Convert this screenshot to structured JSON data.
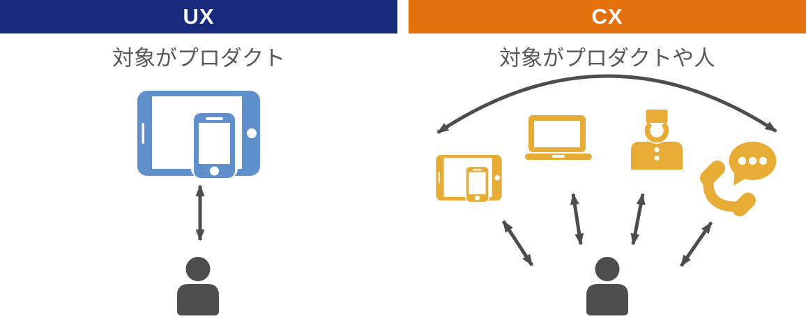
{
  "diagram": {
    "left": {
      "title": "UX",
      "subtitle": "対象がプロダクト",
      "header_color": "#172a7b",
      "icon_color": "#5f90cb",
      "icons": [
        {
          "name": "tablet-phone",
          "meaning": "product (devices)"
        }
      ],
      "relation": "single double-headed arrow between product and person"
    },
    "right": {
      "title": "CX",
      "subtitle": "対象がプロダクトや人",
      "header_color": "#e2710d",
      "icon_color": "#e7ac35",
      "icons": [
        {
          "name": "tablet-phone",
          "meaning": "product (devices)"
        },
        {
          "name": "laptop",
          "meaning": "product (computer)"
        },
        {
          "name": "concierge",
          "meaning": "staff person"
        },
        {
          "name": "phone-chat",
          "meaning": "phone call / chat support"
        }
      ],
      "relation": "four double-headed arrows from person to each touchpoint, arc arrow spanning all touchpoints"
    },
    "colors": {
      "figure_gray": "#4d4d4d",
      "subtitle_gray": "#595959",
      "background": "#ffffff"
    }
  }
}
